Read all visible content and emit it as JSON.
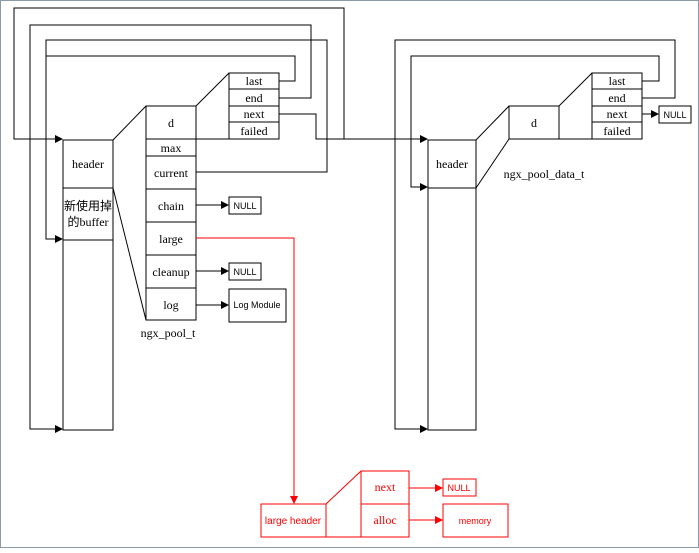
{
  "pool_left": {
    "header": "header",
    "buffer_line1": "新使用掉",
    "buffer_line2": "的buffer",
    "name": "ngx_pool_t",
    "fields": [
      "d",
      "max",
      "current",
      "chain",
      "large",
      "cleanup",
      "log"
    ],
    "data_fields": [
      "last",
      "end",
      "next",
      "failed"
    ],
    "chain_target": "NULL",
    "cleanup_target": "NULL",
    "log_target": "Log Module"
  },
  "pool_right": {
    "header": "header",
    "d": "d",
    "name": "ngx_pool_data_t",
    "data_fields": [
      "last",
      "end",
      "next",
      "failed"
    ],
    "next_target": "NULL"
  },
  "large": {
    "header": "large header",
    "fields": [
      "next",
      "alloc"
    ],
    "next_target": "NULL",
    "alloc_target": "memory"
  },
  "colors": {
    "line": "#000000",
    "large": "#ff0000"
  }
}
